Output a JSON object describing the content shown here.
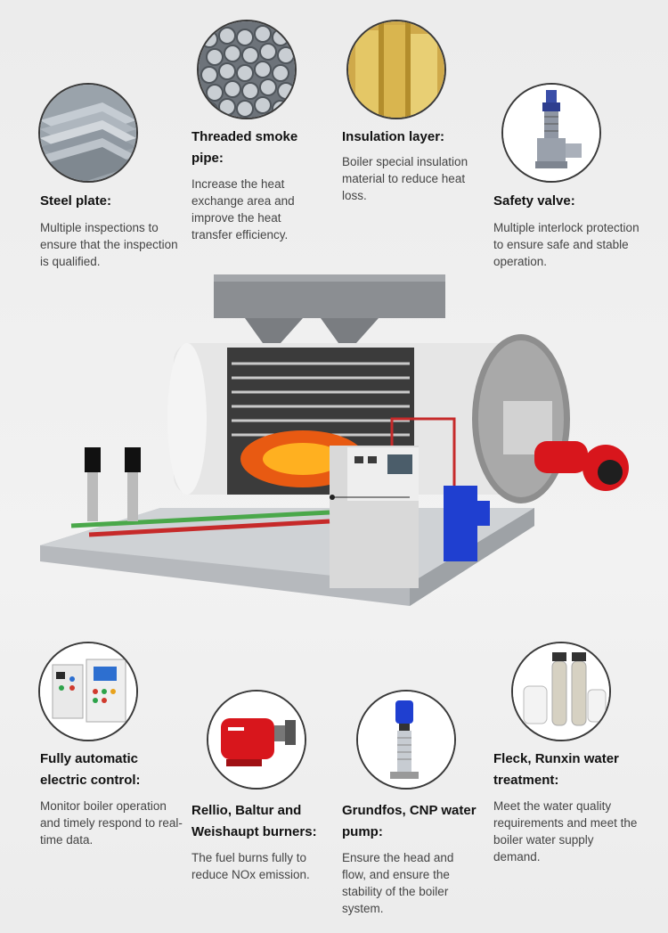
{
  "features_top": [
    {
      "title": "Steel plate:",
      "desc": "Multiple inspections to ensure that the inspection is qualified.",
      "icon": "steel-plate-icon"
    },
    {
      "title": "Threaded smoke pipe:",
      "desc": "Increase the heat exchange area and improve the heat transfer efficiency.",
      "icon": "smoke-pipe-icon"
    },
    {
      "title": "Insulation layer:",
      "desc": "Boiler special insulation material to reduce heat loss.",
      "icon": "insulation-icon"
    },
    {
      "title": "Safety valve:",
      "desc": "Multiple interlock protection to ensure safe and stable operation.",
      "icon": "safety-valve-icon"
    }
  ],
  "features_bottom": [
    {
      "title": "Fully automatic electric control:",
      "desc": "Monitor boiler operation and timely respond to real-time data.",
      "icon": "control-cabinet-icon"
    },
    {
      "title": "Rellio, Baltur and Weishaupt burners:",
      "desc": "The fuel burns fully to reduce NOx emission.",
      "icon": "burner-icon"
    },
    {
      "title": "Grundfos, CNP water pump:",
      "desc": "Ensure the head and flow, and ensure the stability of the boiler system.",
      "icon": "water-pump-icon"
    },
    {
      "title": "Fleck, Runxin water treatment:",
      "desc": "Meet the water quality requirements and meet the boiler water supply demand.",
      "icon": "water-treatment-icon"
    }
  ],
  "colors": {
    "burner_red": "#d8161c",
    "pump_blue": "#1f3fd0",
    "pipe_red": "#c62a2a",
    "pipe_green": "#4aa84a"
  }
}
